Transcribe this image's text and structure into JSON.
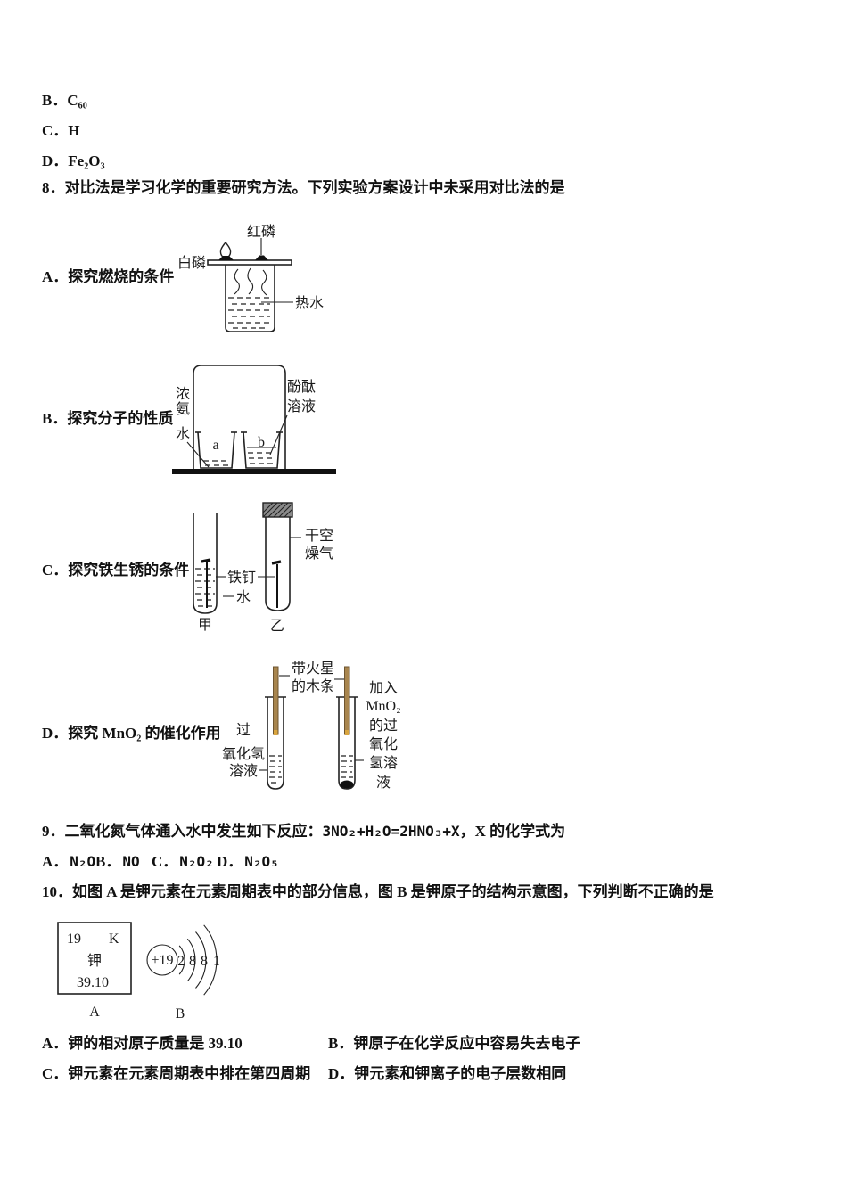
{
  "colors": {
    "ink": "#111111",
    "splint": "#a8854e",
    "splint_dark": "#6e5530",
    "splint_tip": "#d9a53f",
    "mno2_text": "#7a2a20",
    "label_blue": "#27489b",
    "stopper_gray": "#8a8a8a"
  },
  "prev_options": [
    {
      "label": "B．",
      "text": "C₆₀"
    },
    {
      "label": "C．",
      "text": "H"
    },
    {
      "label": "D．",
      "text": "Fe₂O₃"
    }
  ],
  "q8": {
    "stem": "8．对比法是学习化学的重要研究方法。下列实验方案设计中未采用对比法的是",
    "options": [
      {
        "label": "A．",
        "text": "探究燃烧的条件"
      },
      {
        "label": "B．",
        "text": "探究分子的性质"
      },
      {
        "label": "C．",
        "text": "探究铁生锈的条件"
      },
      {
        "label": "D．",
        "text": "探究 MnO₂ 的催化作用"
      }
    ],
    "diagram_a": {
      "red_phosphorus": "红磷",
      "white_phosphorus": "白磷",
      "hot_water": "热水"
    },
    "diagram_b": {
      "ammonia": [
        "浓",
        "氨",
        "水"
      ],
      "phenolphthalein": [
        "酚酞",
        "溶液"
      ],
      "beaker_a": "a",
      "beaker_b": "b"
    },
    "diagram_c": {
      "dry_air": [
        "干空",
        "燥气"
      ],
      "iron_nail": "铁钉",
      "water": "水",
      "tube_left": "甲",
      "tube_right": "乙"
    },
    "diagram_d": {
      "splint": [
        "带火星",
        "的木条"
      ],
      "h2o2": [
        "过",
        "氧化氢",
        "溶液"
      ],
      "mno2_h2o2": [
        "加入",
        "MnO₂",
        "的过",
        "氧化",
        "氢溶",
        "液"
      ]
    }
  },
  "q9": {
    "stem_prefix": "9．二氧化氮气体通入水中发生如下反应：",
    "equation": "3NO₂+H₂O=2HNO₃+X",
    "stem_suffix": "，X 的化学式为",
    "options": [
      {
        "label": "A．",
        "text": "N₂O"
      },
      {
        "label": "B．",
        "text": "NO"
      },
      {
        "label": "C．",
        "text": "N₂O₂"
      },
      {
        "label": "D．",
        "text": "N₂O₅"
      }
    ]
  },
  "q10": {
    "stem": "10．如图 A 是钾元素在元素周期表中的部分信息，图 B 是钾原子的结构示意图，下列判断不正确的是",
    "periodic_cell": {
      "atomic_number": "19",
      "symbol": "K",
      "name": "钾",
      "atomic_mass": "39.10",
      "caption": "A"
    },
    "atom": {
      "nucleus": "+19",
      "shells": [
        "2",
        "8",
        "8",
        "1"
      ],
      "caption": "B"
    },
    "options": [
      {
        "label": "A．",
        "text": "钾的相对原子质量是 39.10"
      },
      {
        "label": "B．",
        "text": "钾原子在化学反应中容易失去电子"
      },
      {
        "label": "C．",
        "text": "钾元素在元素周期表中排在第四周期"
      },
      {
        "label": "D．",
        "text": "钾元素和钾离子的电子层数相同"
      }
    ]
  }
}
